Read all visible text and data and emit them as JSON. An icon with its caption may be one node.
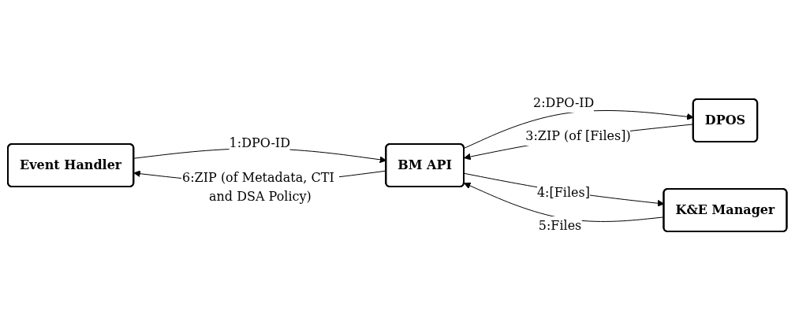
{
  "diagram": {
    "nodes": [
      {
        "text": [
          "Event Handler"
        ]
      },
      {
        "text": [
          "BM API"
        ]
      },
      {
        "text": [
          "K&E Manager"
        ]
      },
      {
        "text": [
          "DPOS"
        ]
      }
    ],
    "edges": [
      {
        "from": 0,
        "to": 1,
        "arrow": "to",
        "label": "1:DPO-ID"
      },
      {
        "from": 1,
        "to": 3,
        "arrow": "to",
        "label": "2:DPO-ID"
      },
      {
        "from": 3,
        "to": 1,
        "arrow": "to",
        "label": "3:ZIP (of [Files])"
      },
      {
        "from": 1,
        "to": 2,
        "arrow": "to",
        "label": "4:[Files]"
      },
      {
        "from": 2,
        "to": 1,
        "arrow": "to",
        "label": "5:Files"
      },
      {
        "from": 1,
        "to": 0,
        "arrow": "to",
        "label": "6:ZIP (of Metadata, CTI and DSA Policy)"
      }
    ]
  }
}
